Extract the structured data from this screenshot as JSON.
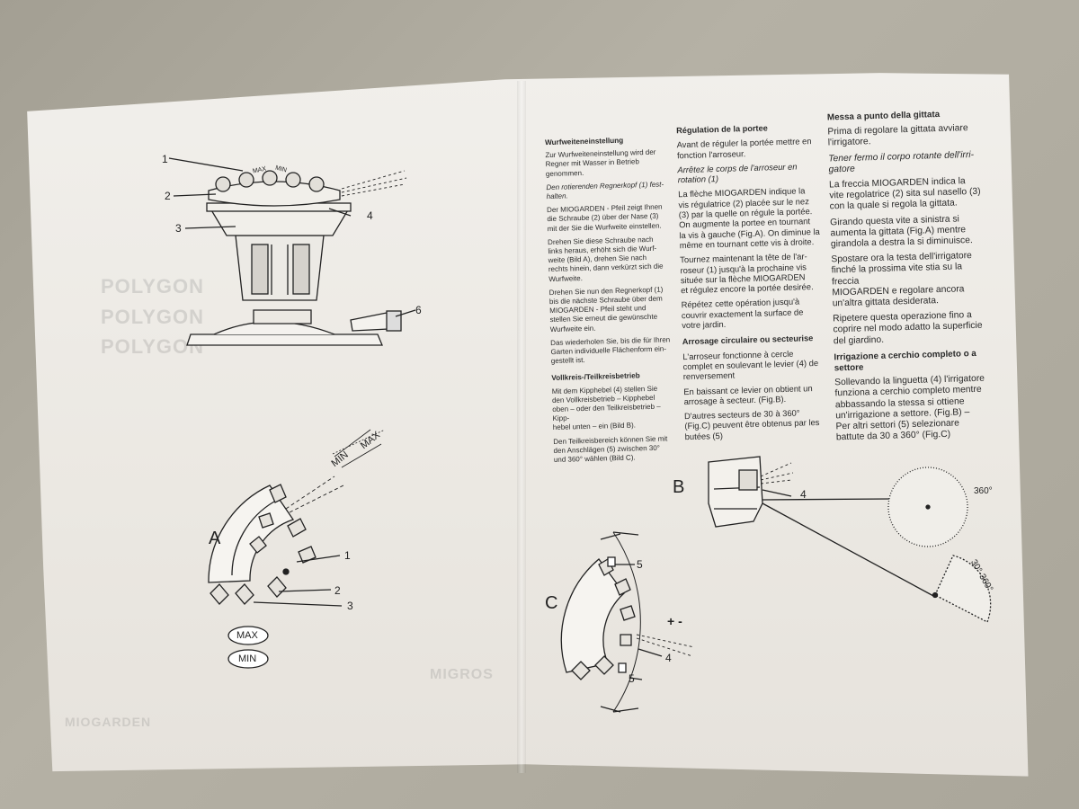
{
  "german": {
    "heading1": "Wurfweiteneinstellung",
    "p1": "Zur Wurfweiteneinstellung wird der\nRegner mit Wasser in Betrieb\ngenommen.",
    "p2": "Den rotierenden Regnerkopf (1) fest-\nhalten.",
    "p3": "Der MIOGARDEN - Pfeil zeigt Ihnen\ndie Schraube (2) über der Nase (3)\nmit der Sie die Wurfweite einstellen.",
    "p4": "Drehen Sie diese Schraube nach\nlinks heraus, erhöht sich die Wurf-\nweite (Bild A), drehen Sie nach\nrechts hinein, dann verkürzt sich die\nWurfweite.",
    "p5": "Drehen Sie nun den Regnerkopf (1)\nbis die nächste Schraube über dem\nMIOGARDEN - Pfeil steht und\nstellen Sie erneut die gewünschte\nWurfweite ein.",
    "p6": "Das wiederholen Sie, bis die für Ihren\nGarten individuelle Flächenform ein-\ngestellt ist.",
    "heading2": "Vollkreis-/Teilkreisbetrieb",
    "p7": "Mit dem Kipphebel (4) stellen Sie\nden Vollkreisbetrieb – Kipphebel\noben – oder den Teilkreisbetrieb –\nKipp-\nhebel unten – ein (Bild B).",
    "p8": "Den Teilkreisbereich können Sie mit\nden Anschlägen (5) zwischen 30°\nund 360° wählen (Bild C)."
  },
  "french": {
    "heading1": "Régulation de la portee",
    "p1": "Avant de réguler la portée mettre en\nfonction l'arroseur.",
    "p2": "Arrêtez le corps de l'arroseur en\nrotation (1)",
    "p3": "La flèche MIOGARDEN indique la\nvis régulatrice (2) placée sur le nez\n(3) par la quelle on régule la portée.\nOn augmente la portee en tournant\nla vis à gauche (Fig.A). On diminue la\nmême en tournant cette vis à droite.",
    "p4": "Tournez maintenant la tête de l'ar-\nroseur (1) jusqu'à la prochaine vis\nsituée sur la flèche MIOGARDEN\net régulez encore la portée desirée.",
    "p5": "Répétez cette opération jusqu'à\ncouvrir exactement la surface de\nvotre jardin.",
    "heading2": "Arrosage circulaire ou secteurise",
    "p6": "L'arroseur fonctionne à cercle\ncomplet en soulevant le levier (4) de\nrenversement",
    "p7": "En baissant ce levier on obtient un\narrosage à secteur. (Fig.B).",
    "p8": "D'autres secteurs de 30 à 360°\n(Fig.C) peuvent être obtenus par les\nbutées (5)"
  },
  "italian": {
    "heading1": "Messa a punto della gittata",
    "p1": "Prima di regolare la gittata avviare\nl'irrigatore.",
    "p2": "Tener fermo il corpo rotante dell'irri-\ngatore",
    "p3": "La freccia MIOGARDEN indica la\nvite regolatrice (2) sita sul nasello (3)\ncon la quale si regola la gittata.",
    "p4": "Girando questa vite a sinistra si\naumenta la gittata (Fig.A) mentre\ngirandola a destra la si diminuisce.",
    "p5": "Spostare ora la testa dell'irrigatore\nfinché la prossima vite stia su la\nfreccia\nMIOGARDEN e regolare ancora\nun'altra gittata desiderata.",
    "p6": "Ripetere questa operazione fino a\ncoprire nel modo adatto la superficie\ndel giardino.",
    "heading2": "Irrigazione a cerchio completo o a\nsettore",
    "p7": "Sollevando la linguetta (4) l'irrigatore\nfunziona a cerchio completo mentre\nabbassando la stessa si ottiene\nun'irrigazione a settore. (Fig.B) –\nPer altri settori (5) selezionare\nbattute da 30 a 360° (Fig.C)"
  },
  "diagram": {
    "num1": "1",
    "num2": "2",
    "num3": "3",
    "num4": "4",
    "num6": "6",
    "max": "MAX",
    "min": "MIN",
    "figA": "A",
    "a1": "1",
    "a2": "2",
    "a3": "3",
    "fan_max": "MAX",
    "fan_min": "MIN",
    "badge_max": "MAX",
    "badge_min": "MIN",
    "figB": "B",
    "b4": "4",
    "b360": "360°",
    "b30360": "30°-360°",
    "figC": "C",
    "c5a": "5",
    "c5b": "5",
    "c4": "4",
    "cplusminus": "+ -"
  },
  "watermarks": {
    "polygon1": "POLYGON",
    "polygon2": "POLYGON",
    "polygon3": "POLYGON",
    "migros": "MIGROS",
    "miogarden": "MIOGARDEN"
  }
}
